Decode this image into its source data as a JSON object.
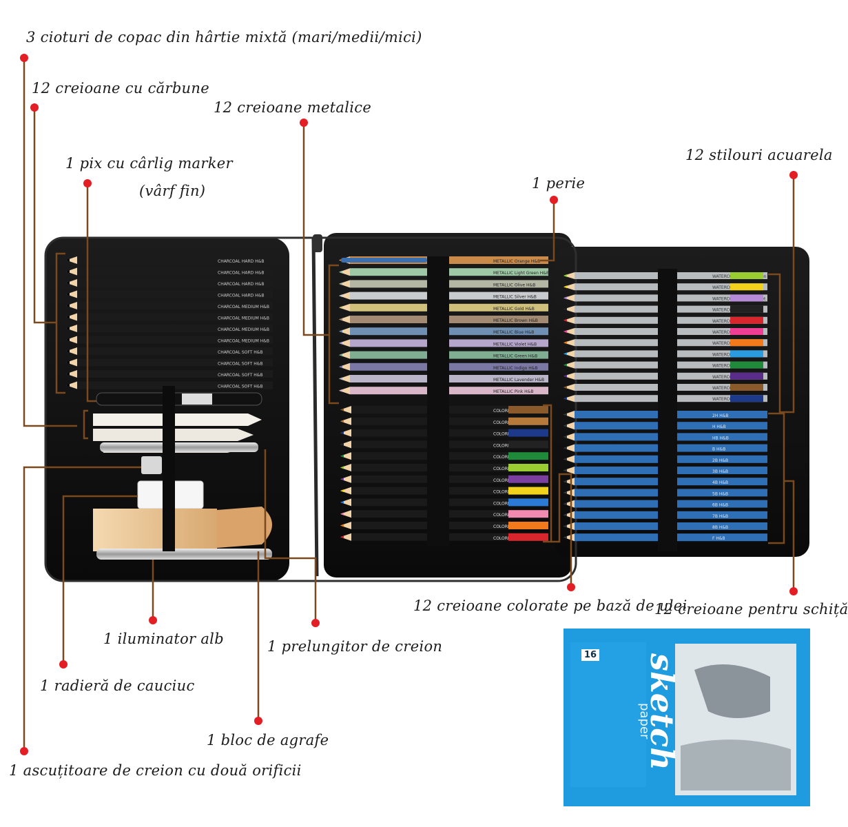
{
  "callouts": {
    "tree_stumps": "3 cioturi de copac din hârtie mixtă (mari/medii/mici)",
    "charcoal": "12 creioane cu cărbune",
    "metallic": "12 creioane metalice",
    "marker_line1": "1 pix cu cârlig marker",
    "marker_line2": "(vârf fin)",
    "brush": "1 perie",
    "watercolor": "12 stilouri acuarela",
    "oil": "12 creioane colorate pe bază de ulei",
    "sketch_pencils": "12 creioane pentru schiță",
    "highlighter": "1 iluminator alb",
    "extender": "1 prelungitor de creion",
    "eraser": "1 radieră de cauciuc",
    "clipboard": "1 bloc de agrafe",
    "sharpener": "1 ascuțitoare de creion cu două orificii"
  },
  "sketchbook": {
    "wordmark": "sketch",
    "subtitle": "paper",
    "sheets": "16"
  },
  "colors": {
    "accent": "#e31e24",
    "leader": "#7a4a1e",
    "case": "#121212",
    "pad": "#1f9be0"
  },
  "pencils": {
    "brand": "H&B",
    "charcoal": [
      {
        "label": "CHARCOAL",
        "grade": "HARD"
      },
      {
        "label": "CHARCOAL",
        "grade": "HARD"
      },
      {
        "label": "CHARCOAL",
        "grade": "HARD"
      },
      {
        "label": "CHARCOAL",
        "grade": "HARD"
      },
      {
        "label": "CHARCOAL",
        "grade": "MEDIUM"
      },
      {
        "label": "CHARCOAL",
        "grade": "MEDIUM"
      },
      {
        "label": "CHARCOAL",
        "grade": "MEDIUM"
      },
      {
        "label": "CHARCOAL",
        "grade": "MEDIUM"
      },
      {
        "label": "CHARCOAL",
        "grade": "SOFT"
      },
      {
        "label": "CHARCOAL",
        "grade": "SOFT"
      },
      {
        "label": "CHARCOAL",
        "grade": "SOFT"
      },
      {
        "label": "CHARCOAL",
        "grade": "SOFT"
      }
    ],
    "metallic_colors": [
      "#c98a4a",
      "#9fc8a6",
      "#b4b7a4",
      "#c9ccce",
      "#cfc07b",
      "#a38a72",
      "#6f8fb3",
      "#b6a6cc",
      "#7fae93",
      "#7b78a6",
      "#b9b4c8",
      "#d9b7c9"
    ],
    "metallic_names": [
      "Orange",
      "Light Green",
      "Olive",
      "Silver",
      "Gold",
      "Brown",
      "Blue",
      "Violet",
      "Green",
      "Indigo",
      "Lavender",
      "Pink"
    ],
    "oil": [
      {
        "name": "Brown",
        "color": "#8a5a2b"
      },
      {
        "name": "Light brown",
        "color": "#b77a3b"
      },
      {
        "name": "Dark blue",
        "color": "#1d3a8a"
      },
      {
        "name": "Black",
        "color": "#222222"
      },
      {
        "name": "Green",
        "color": "#1e8a3a"
      },
      {
        "name": "Light Green",
        "color": "#9acd32"
      },
      {
        "name": "Purple",
        "color": "#7b3fa0"
      },
      {
        "name": "Yellow",
        "color": "#f2d21b"
      },
      {
        "name": "Blue",
        "color": "#2b7bd6"
      },
      {
        "name": "Pink",
        "color": "#f08ab0"
      },
      {
        "name": "Orange",
        "color": "#f27a1a"
      },
      {
        "name": "Red",
        "color": "#d9262c"
      }
    ],
    "watercolor": [
      {
        "name": "Light Green",
        "color": "#9acd32"
      },
      {
        "name": "Yellow",
        "color": "#f2d21b"
      },
      {
        "name": "Light Violet",
        "color": "#b58ad6"
      },
      {
        "name": "Black",
        "color": "#222222"
      },
      {
        "name": "Red",
        "color": "#d9262c"
      },
      {
        "name": "Pink",
        "color": "#ef3f95"
      },
      {
        "name": "Orange",
        "color": "#f27a1a"
      },
      {
        "name": "Blue",
        "color": "#2b9be0"
      },
      {
        "name": "Green",
        "color": "#1e8a3a"
      },
      {
        "name": "Purple",
        "color": "#5a2c8a"
      },
      {
        "name": "Brown",
        "color": "#8a5a2b"
      },
      {
        "name": "Dark blue",
        "color": "#1d3a8a"
      }
    ],
    "sketch_grades": [
      "2H",
      "H",
      "HB",
      "B",
      "2B",
      "3B",
      "4B",
      "5B",
      "6B",
      "7B",
      "8B",
      "F"
    ]
  }
}
